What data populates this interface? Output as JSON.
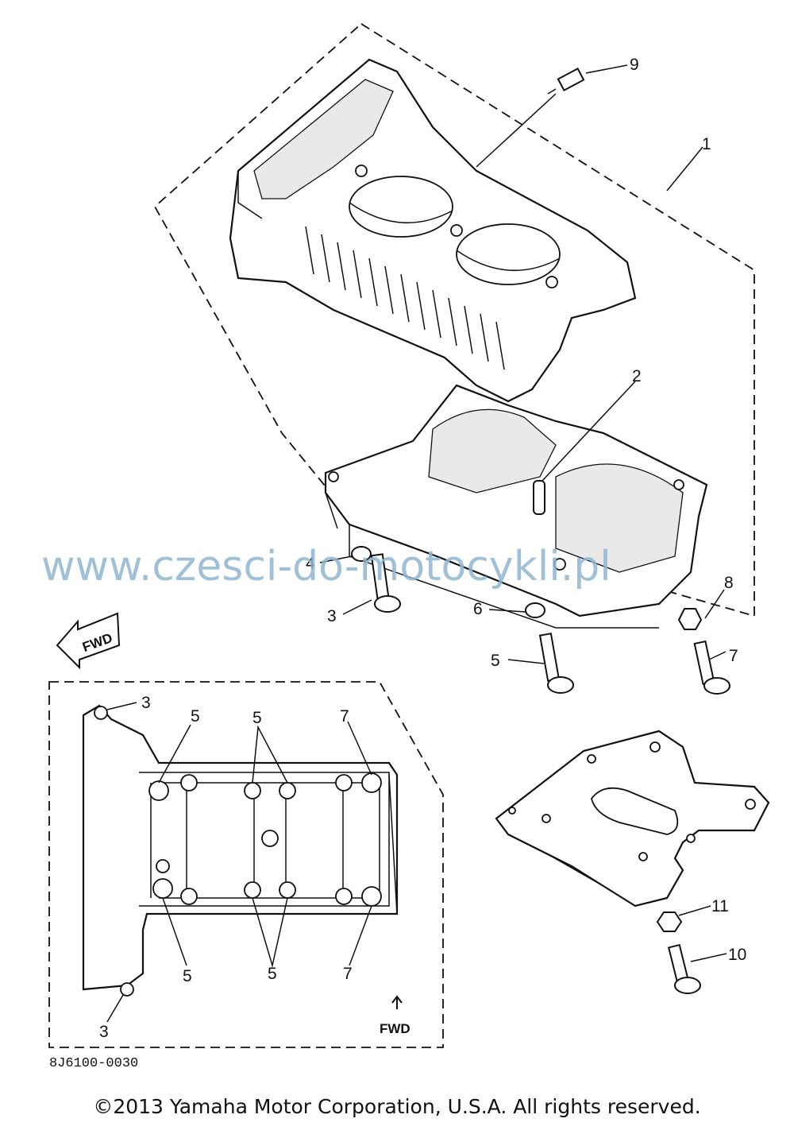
{
  "callouts": {
    "c9": "9",
    "c1": "1",
    "c2": "2",
    "c4": "4",
    "c3": "3",
    "c6": "6",
    "c5": "5",
    "c8": "8",
    "c7": "7",
    "c11": "11",
    "c10": "10"
  },
  "inset_callouts": {
    "c3_top": "3",
    "c5_a": "5",
    "c5_b": "5",
    "c7_top": "7",
    "c5_c": "5",
    "c5_d": "5",
    "c7_bot": "7",
    "c3_bot": "3"
  },
  "fwd_label": "FWD",
  "inset_fwd_label": "FWD",
  "drawing_code": "8J6100-0030",
  "watermark": "www.czesci-do-motocykli.pl",
  "copyright": "©2013 Yamaha Motor Corporation, U.S.A. All rights reserved."
}
